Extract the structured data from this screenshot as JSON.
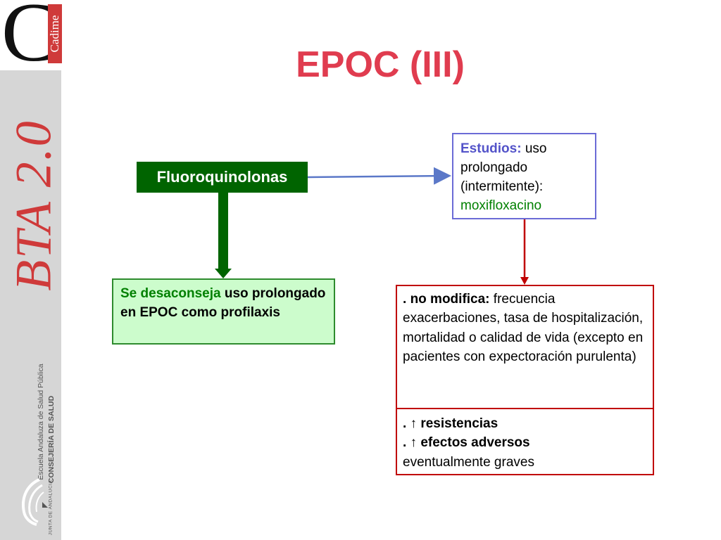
{
  "branding": {
    "logo_letter": "C",
    "cadime": "Cadime",
    "bta": "BTA 2.0",
    "escuela": "Escuela Andaluza de Salud Pública",
    "consejeria": "CONSEJERÍA DE SALUD",
    "junta": "JUNTA DE ANDALUCIA"
  },
  "title": "EPOC (III)",
  "diagram": {
    "root": "Fluoroquinolonas",
    "recommendation": {
      "highlight": "Se desaconseja",
      "rest": " uso prolongado en EPOC como profilaxis"
    },
    "studies": {
      "label": "Estudios:",
      "text": " uso prolongado (intermitente): ",
      "drug": "moxifloxacino"
    },
    "findings": {
      "bullet1_prefix": ". ",
      "bullet1_label": "no modifica:",
      "bullet1_text": " frecuencia exacerbaciones, tasa de hospitalización, mortalidad o calidad de vida (excepto en pacientes con expectoración purulenta)",
      "bullet2": ". ↑ resistencias",
      "bullet3": ". ↑ efectos adversos",
      "bullet3_tail": "eventualmente graves"
    }
  },
  "colors": {
    "title": "#e03c4f",
    "root_box": "#006400",
    "recommendation_bg": "#ccfccc",
    "studies_border": "#6b6bd6",
    "findings_border": "#c00000",
    "brand_red": "#cf3a3a"
  }
}
